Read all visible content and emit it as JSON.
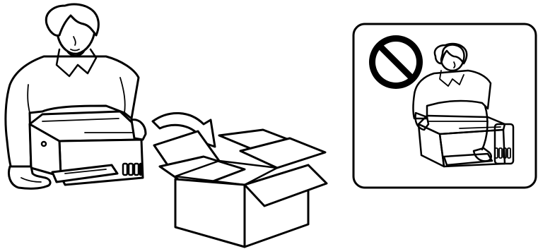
{
  "scenes": {
    "correct": {
      "name": "person-carrying-printer-level"
    },
    "arrow": {
      "name": "place-into-box-arrow"
    },
    "box": {
      "name": "open-cardboard-box"
    },
    "incorrect": {
      "name": "person-carrying-printer-tilted",
      "marker": "prohibited-icon"
    }
  },
  "colors": {
    "line": "#000000",
    "background": "#ffffff"
  }
}
